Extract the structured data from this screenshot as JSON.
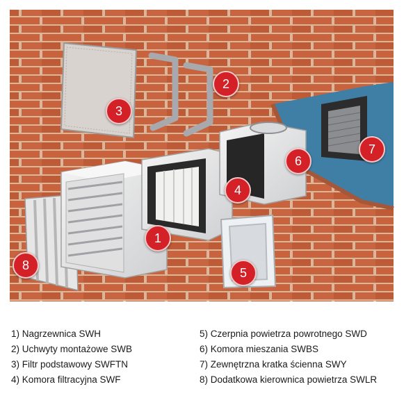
{
  "badges": [
    "1",
    "2",
    "3",
    "4",
    "5",
    "6",
    "7",
    "8"
  ],
  "legend": {
    "left": [
      "1) Nagrzewnica SWH",
      "2) Uchwyty montażowe SWB",
      "3) Filtr podstawowy SWFTN",
      "4) Komora filtracyjna SWF"
    ],
    "right": [
      "5) Czerpnia powietrza powrotnego SWD",
      "6) Komora mieszania SWBS",
      "7) Zewnętrzna kratka ścienna SWY",
      "8) Dodatkowa kierownica powietrza SWLR"
    ]
  }
}
